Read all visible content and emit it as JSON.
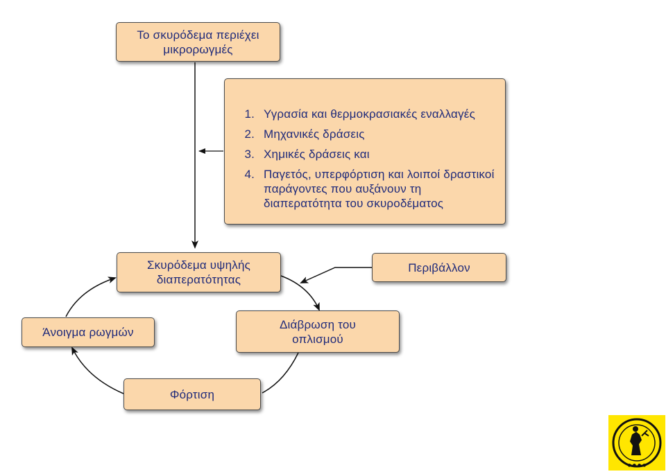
{
  "boxes": {
    "microcracks": "Το σκυρόδεμα περιέχει\nμικρορωγμές",
    "causes": [
      "Υγρασία και θερμοκρασιακές εναλλαγές",
      "Μηχανικές δράσεις",
      "Χημικές δράσεις και",
      "Παγετός, υπερφόρτιση και λοιποί δραστικοί παράγοντες που αυξάνουν τη διαπερατότητα του σκυροδέματος"
    ],
    "high_permeability": "Σκυρόδεμα υψηλής\nδιαπερατότητας",
    "environment": "Περιβάλλον",
    "corrosion": "Διάβρωση του\nοπλισμού",
    "loading": "Φόρτιση",
    "crack_opening": "Άνοιγμα ρωγμών"
  },
  "colors": {
    "box_fill": "#fbd7ab",
    "box_text": "#1f2a7a",
    "logo_bg": "#ffe600"
  }
}
